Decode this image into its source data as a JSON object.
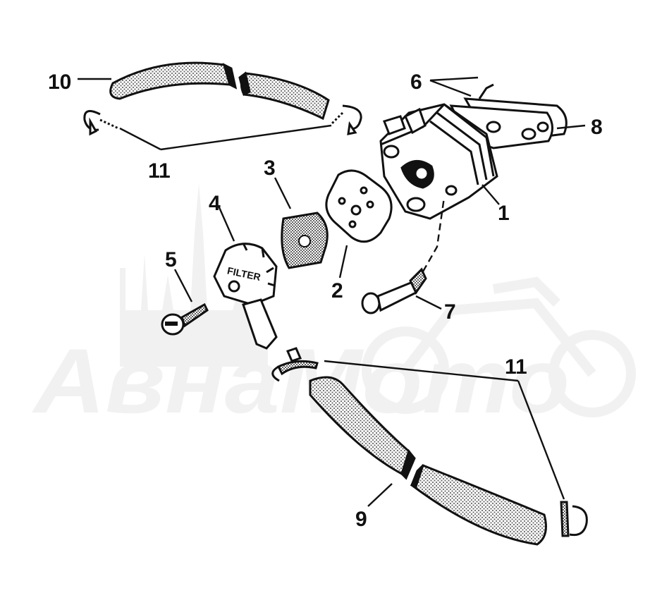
{
  "diagram": {
    "callouts": [
      "10",
      "11",
      "3",
      "4",
      "5",
      "6",
      "8",
      "1",
      "2",
      "7",
      "11",
      "9"
    ],
    "part_text": {
      "filter_cap": "FILTER"
    },
    "watermark": {
      "text": "АвнаМото"
    },
    "colors": {
      "ink": "#111111",
      "hose_fill": "#bdbdbd",
      "watermark": "#e6e6e6",
      "paper": "#ffffff"
    }
  }
}
